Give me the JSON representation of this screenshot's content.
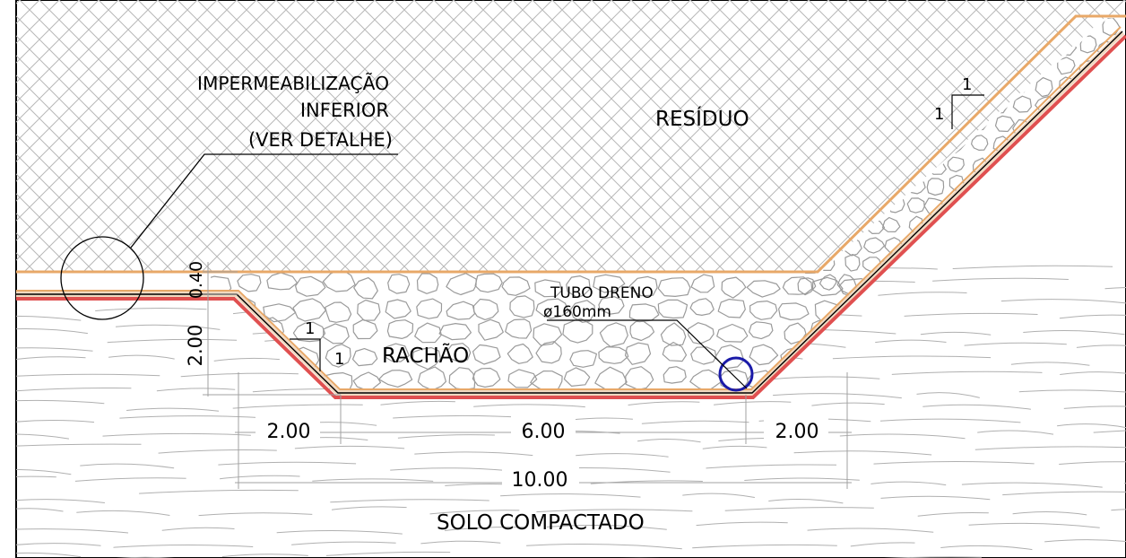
{
  "labels": {
    "impermeabilizacao_line1": "IMPERMEABILIZAÇÃO",
    "impermeabilizacao_line2": "INFERIOR",
    "impermeabilizacao_line3": "(VER DETALHE)",
    "residuo": "RESÍDUO",
    "rachao": "RACHÃO",
    "solo_compactado": "SOLO COMPACTADO",
    "tubo_dreno_line1": "TUBO DRENO",
    "tubo_dreno_line2": "ø160mm"
  },
  "slopes": {
    "left_rise": "1",
    "left_run": "1",
    "right_rise": "1",
    "right_run": "1"
  },
  "dimensions": {
    "left_berm": "2.00",
    "bottom_width": "6.00",
    "right_berm": "2.00",
    "total_width": "10.00",
    "depth": "2.00",
    "liner_thickness": "0.40"
  },
  "colors": {
    "liner_top": "#e8a868",
    "liner_red": "#e05050",
    "liner_core": "#f0d8c0",
    "drain_pipe": "#1a1aa8",
    "hatch": "#b8b8b8",
    "soil_lines": "#b0b0b0",
    "stones": "#9a9a9a",
    "dimension_lines": "#a0a0a0"
  }
}
